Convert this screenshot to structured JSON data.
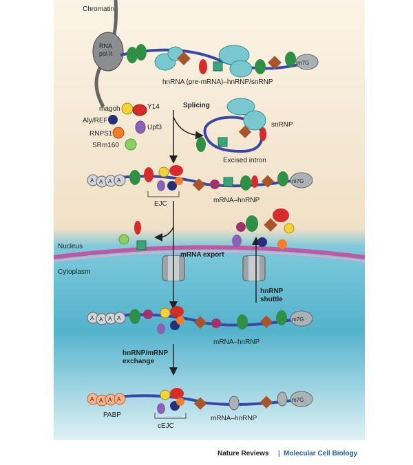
{
  "labels": {
    "chromatin": "Chromatin",
    "rna_pol_1": "RNA",
    "rna_pol_2": "pol II",
    "hnrna": "hnRNA (pre-mRNA)–hnRNP/snRNP",
    "splicing": "Splicing",
    "magoh": "magoh",
    "y14": "Y14",
    "aly_ref": "Aly/REF",
    "upf3": "Upf3",
    "rnps1": "RNPS1",
    "srm160": "SRm160",
    "snrnp": "snRNP",
    "excised_intron": "Excised intron",
    "ejc": "EJC",
    "mrna_hnrnp_1": "mRNA–hnRNP",
    "nucleus": "Nucleus",
    "mrna_export": "mRNA export",
    "cytoplasm": "Cytoplasm",
    "hnrnp_shuttle_1": "hnRNP",
    "hnrnp_shuttle_2": "shuttle",
    "mrna_hnrnp_2": "mRNA–hnRNP",
    "exchange_1": "hnRNP/mRNP",
    "exchange_2": "exchange",
    "pabp": "PABP",
    "cejc": "cEJC",
    "mrna_hnrnp_3": "mRNA–hnRNP",
    "cap": "m7G",
    "polyA": "A",
    "credit_1": "Nature Reviews",
    "credit_sep": "|",
    "credit_2": "Molecular Cell Biology"
  },
  "colors": {
    "nucleus_bg": "#f2e3c8",
    "cytoplasm_bg": "#5bb8cf",
    "membrane": "#c05aa0",
    "rna": "#3b47a8",
    "green": "#2f8f46",
    "red": "#d62b2b",
    "brown": "#a8552b",
    "teal": "#78c9cf",
    "yellow": "#f2d33c",
    "navy": "#26307a",
    "orange": "#f07e2a",
    "purple": "#8a64b4",
    "lightgreen": "#8cd065",
    "maroon": "#a0336a",
    "grey": "#a9b2b6",
    "credit_blue": "#1b5fa8"
  }
}
